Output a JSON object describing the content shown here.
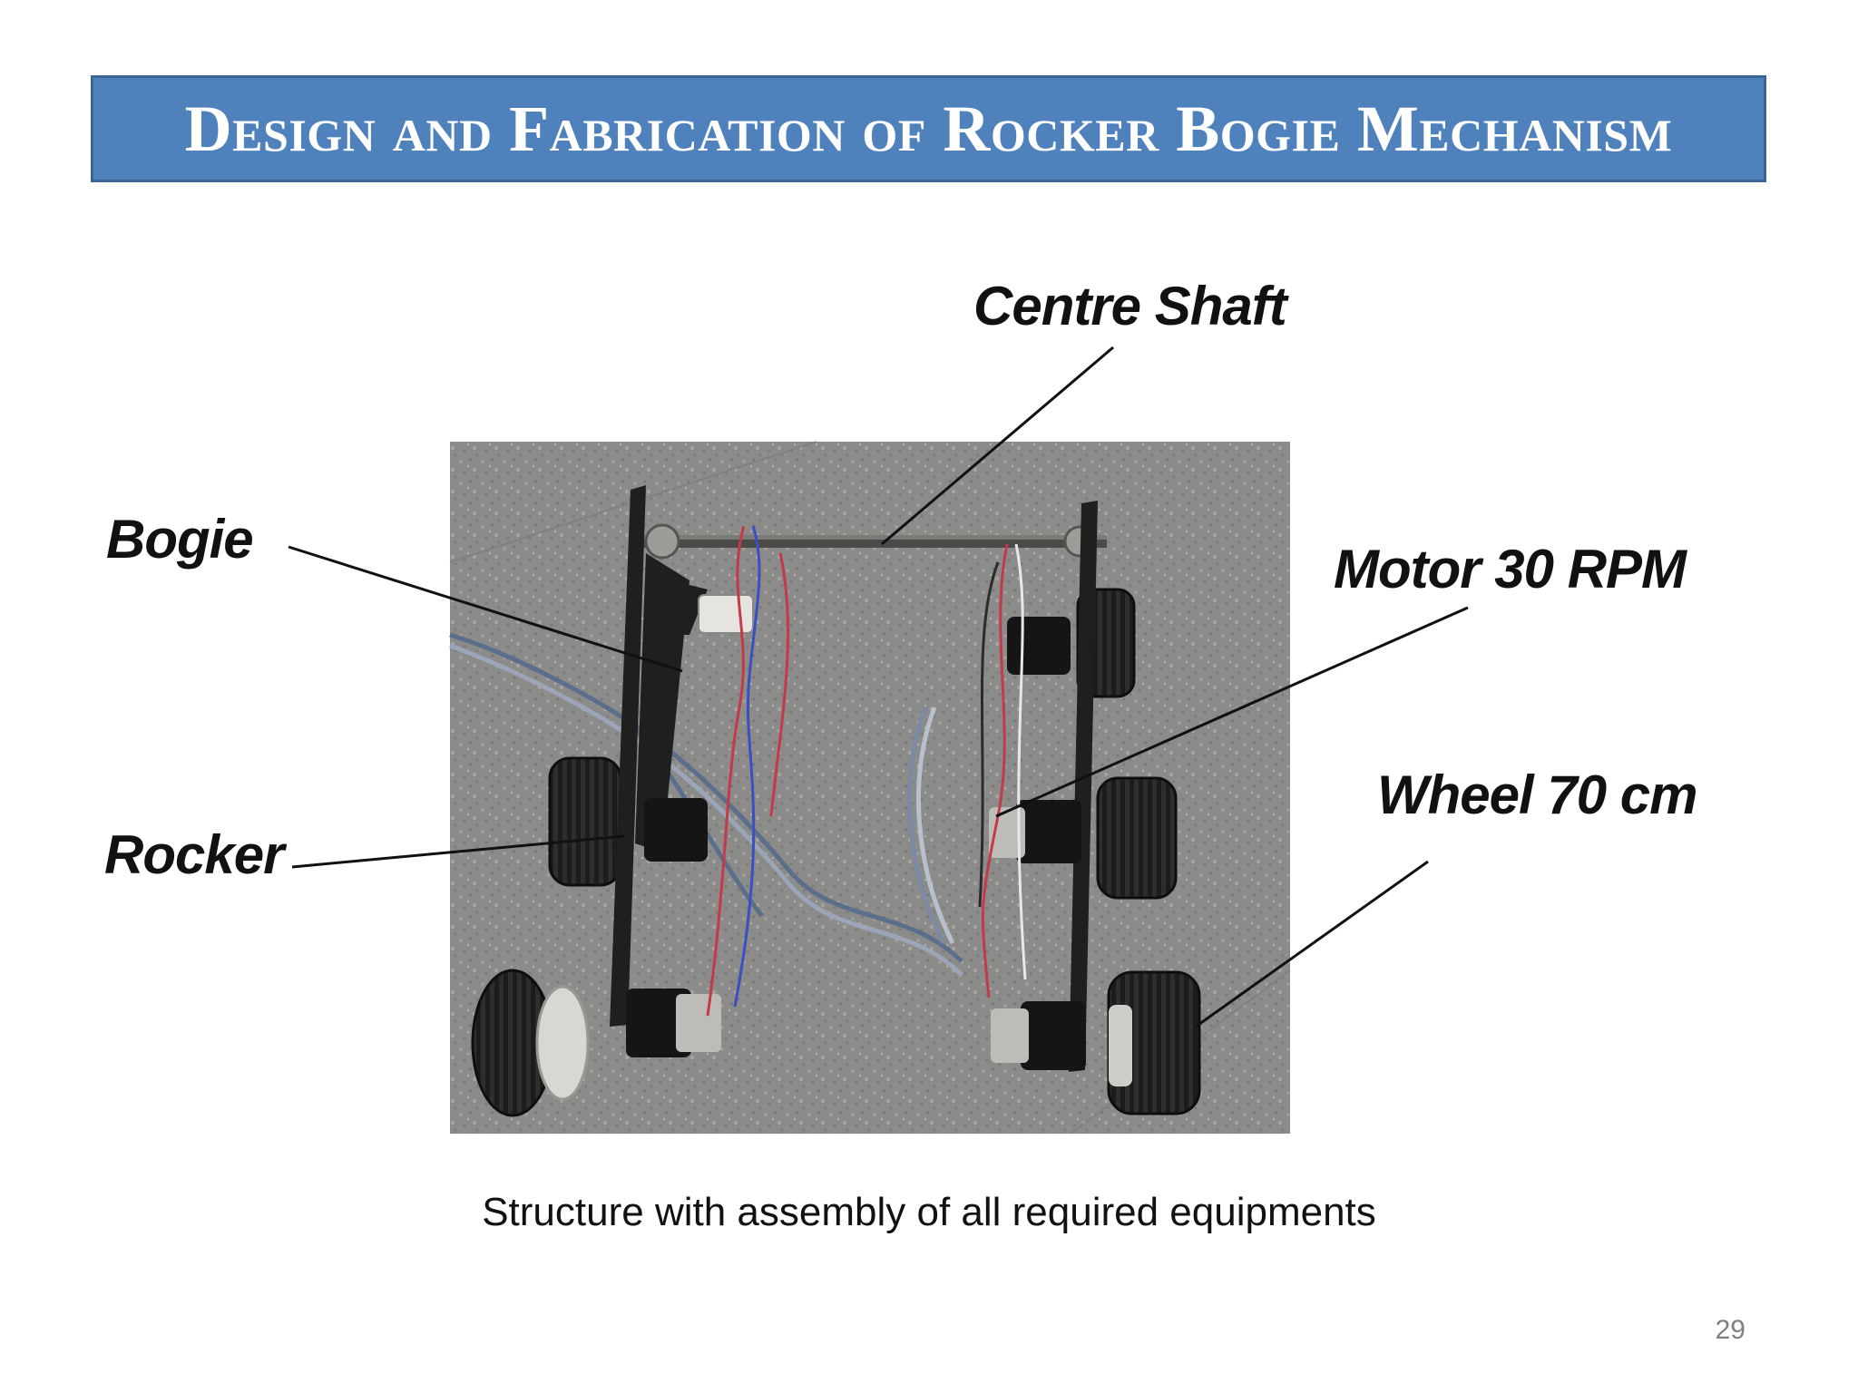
{
  "slide": {
    "title": "Design and Fabrication of Rocker Bogie Mechanism",
    "title_bar_color": "#4f81bd",
    "caption": "Structure with assembly of all required equipments",
    "page_number": "29"
  },
  "figure": {
    "callouts": {
      "centre_shaft": "Centre Shaft",
      "bogie": "Bogie",
      "motor": "Motor 30 RPM",
      "rocker": "Rocker",
      "wheel": "Wheel 70 cm"
    }
  }
}
